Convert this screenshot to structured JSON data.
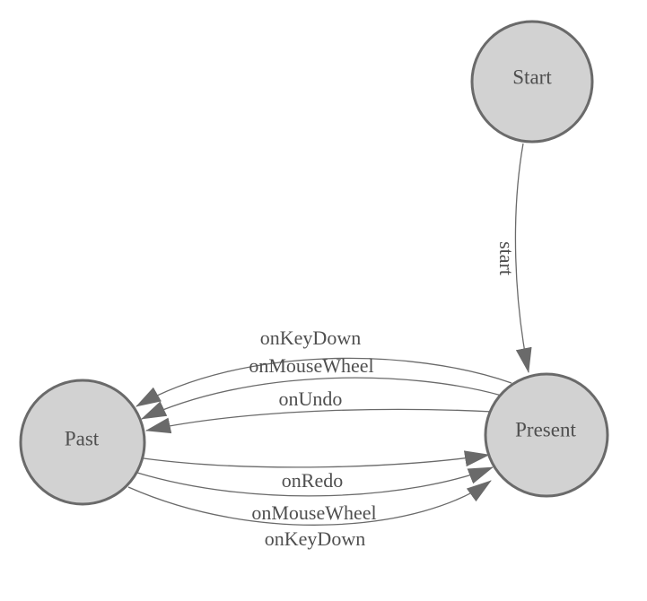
{
  "diagram": {
    "type": "state-machine",
    "background": "#ffffff",
    "colors": {
      "node_fill": "#d2d2d2",
      "node_stroke": "#6a6a6a",
      "edge_stroke": "#6a6a6a",
      "arrowhead": "#6a6a6a",
      "label_text": "#4f4f4f"
    },
    "nodes": [
      {
        "id": "start",
        "label": "Start"
      },
      {
        "id": "present",
        "label": "Present"
      },
      {
        "id": "past",
        "label": "Past"
      }
    ],
    "edges": [
      {
        "from": "start",
        "to": "present",
        "label": "start",
        "label_rotation": 90
      },
      {
        "from": "present",
        "to": "past",
        "label": "onKeyDown"
      },
      {
        "from": "present",
        "to": "past",
        "label": "onMouseWheel"
      },
      {
        "from": "present",
        "to": "past",
        "label": "onUndo"
      },
      {
        "from": "past",
        "to": "present",
        "label": "onRedo"
      },
      {
        "from": "past",
        "to": "present",
        "label": "onMouseWheel"
      },
      {
        "from": "past",
        "to": "present",
        "label": "onKeyDown"
      }
    ]
  }
}
